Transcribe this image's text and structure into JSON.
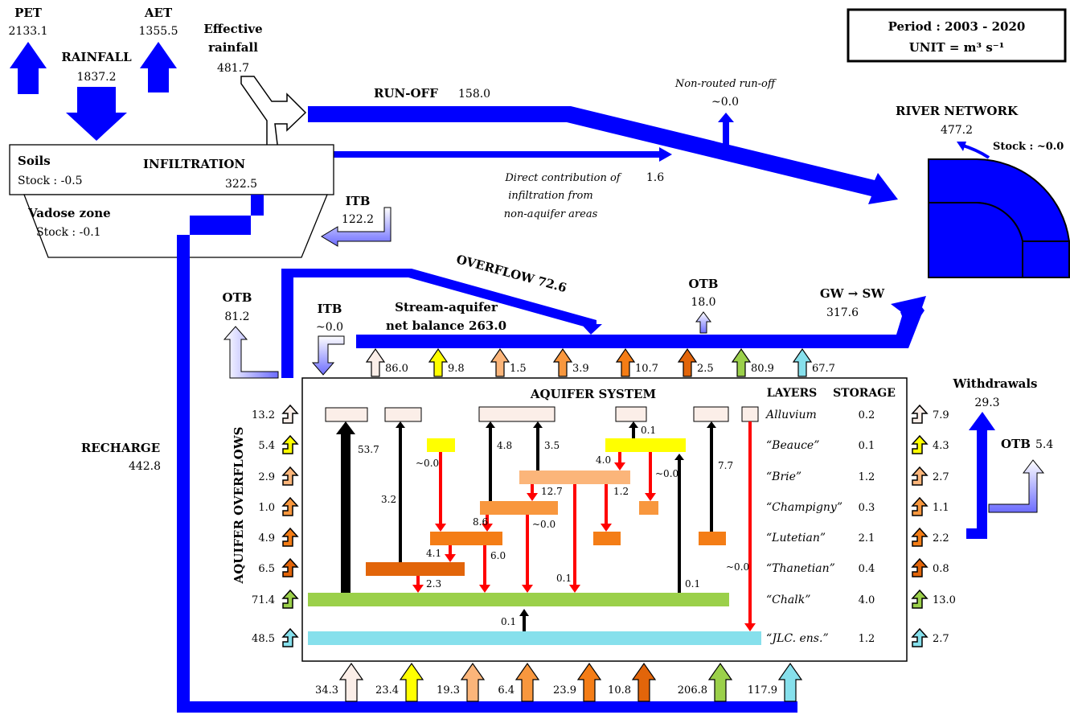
{
  "header": {
    "period": "Period : 2003 - 2020",
    "unit": "UNIT = m³ s⁻¹"
  },
  "atmosphere": {
    "pet_label": "PET",
    "pet_value": "2133.1",
    "aet_label": "AET",
    "aet_value": "1355.5",
    "rainfall_label": "RAINFALL",
    "rainfall_value": "1837.2",
    "effective_rainfall_label_1": "Effective",
    "effective_rainfall_label_2": "rainfall",
    "effective_rainfall_value": "481.7"
  },
  "surface": {
    "runoff_label": "RUN-OFF",
    "runoff_value": "158.0",
    "non_routed_label": "Non-routed run-off",
    "non_routed_value": "~0.0",
    "direct_line1": "Direct contribution of",
    "direct_line2": "infiltration from",
    "direct_line3": "non-aquifer areas",
    "direct_value": "1.6",
    "river_label": "RIVER NETWORK",
    "river_value": "477.2",
    "river_stock": "Stock : ~0.0"
  },
  "soils": {
    "label": "Soils",
    "stock": "Stock : -0.5",
    "infiltration_label": "INFILTRATION",
    "infiltration_value": "322.5",
    "vadose_label": "Vadose zone",
    "vadose_stock": "Stock : -0.1",
    "itb_label": "ITB",
    "itb_value": "122.2"
  },
  "recharge": {
    "label": "RECHARGE",
    "value": "442.8"
  },
  "overflow": {
    "label": "OVERFLOW 72.6",
    "otb_left_label": "OTB",
    "otb_left_value": "81.2",
    "itb_label": "ITB",
    "itb_value": "~0.0",
    "net_line1": "Stream-aquifer",
    "net_line2": "net balance 263.0",
    "otb_mid_label": "OTB",
    "otb_mid_value": "18.0",
    "gwsw_label": "GW → SW",
    "gwsw_value": "317.6"
  },
  "top_flows": [
    "86.0",
    "9.8",
    "1.5",
    "3.9",
    "10.7",
    "2.5",
    "80.9",
    "67.7"
  ],
  "bottom_flows": [
    "34.3",
    "23.4",
    "19.3",
    "6.4",
    "23.9",
    "10.8",
    "206.8",
    "117.9"
  ],
  "aquifer": {
    "title": "AQUIFER SYSTEM",
    "layers_header": "LAYERS",
    "storage_header": "STORAGE",
    "overflows_title": "AQUIFER OVERFLOWS",
    "layers": [
      {
        "name": "Alluvium",
        "storage": "0.2",
        "overflow": "13.2",
        "withdrawal": "7.9",
        "color": "#fbeee8"
      },
      {
        "name": "“Beauce”",
        "storage": "0.1",
        "overflow": "5.4",
        "withdrawal": "4.3",
        "color": "#ffff00"
      },
      {
        "name": "“Brie”",
        "storage": "1.2",
        "overflow": "2.9",
        "withdrawal": "2.7",
        "color": "#fbb57a"
      },
      {
        "name": "“Champigny”",
        "storage": "0.3",
        "overflow": "1.0",
        "withdrawal": "1.1",
        "color": "#f8973e"
      },
      {
        "name": "“Lutetian”",
        "storage": "2.1",
        "overflow": "4.9",
        "withdrawal": "2.2",
        "color": "#f47d16"
      },
      {
        "name": "“Thanetian”",
        "storage": "0.4",
        "overflow": "6.5",
        "withdrawal": "0.8",
        "color": "#e2650a"
      },
      {
        "name": "“Chalk”",
        "storage": "4.0",
        "overflow": "71.4",
        "withdrawal": "13.0",
        "color": "#9bd04a"
      },
      {
        "name": "“JLC. ens.”",
        "storage": "1.2",
        "overflow": "48.5",
        "withdrawal": "2.7",
        "color": "#86e0ec"
      }
    ],
    "internal_flows": [
      "53.7",
      "3.2",
      "~0.0",
      "4.8",
      "3.5",
      "0.1",
      "4.0",
      "~0.0",
      "7.7",
      "12.7",
      "1.2",
      "8.6",
      "~0.0",
      "4.1",
      "6.0",
      "2.3",
      "0.1",
      "0.1",
      "~0.0",
      "0.1"
    ]
  },
  "withdrawals": {
    "label": "Withdrawals",
    "value": "29.3",
    "otb_label": "OTB",
    "otb_value": "5.4"
  },
  "colors": {
    "flow": "#0000ff",
    "exchange": "#ff0000",
    "upward": "#000000"
  }
}
